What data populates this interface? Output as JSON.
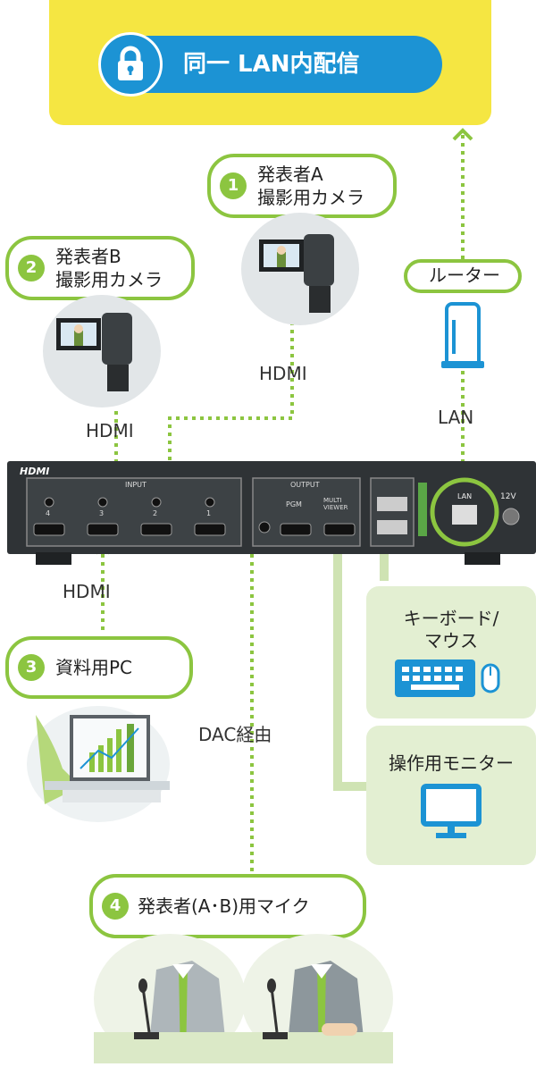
{
  "top": {
    "banner_text": "同一 LAN内配信",
    "icon": "lock-icon"
  },
  "presenter_a": {
    "number": "1",
    "line1": "発表者A",
    "line2": "撮影用カメラ",
    "icon": "camera-icon"
  },
  "presenter_b": {
    "number": "2",
    "line1": "発表者B",
    "line2": "撮影用カメラ",
    "icon": "camera-icon"
  },
  "pc": {
    "number": "3",
    "label": "資料用PC",
    "icon": "laptop-icon"
  },
  "mic": {
    "number": "4",
    "label": "発表者(A･B)用マイク",
    "icon": "microphone-icon"
  },
  "router": {
    "label": "ルーター",
    "icon": "router-icon"
  },
  "connections": {
    "hdmi_a": "HDMI",
    "hdmi_b": "HDMI",
    "hdmi_pc": "HDMI",
    "lan": "LAN",
    "dac": "DAC経由"
  },
  "device": {
    "brand": "HDMI",
    "input_group": "INPUT",
    "output_group": "OUTPUT",
    "pgm": "PGM",
    "multi_viewer": "MULTI VIEWER",
    "lan_port": "LAN",
    "power": "12V",
    "input_numbers": [
      "4",
      "3",
      "2",
      "1"
    ]
  },
  "keyboard": {
    "line1": "キーボード/",
    "line2": "マウス",
    "icon": "keyboard-icon"
  },
  "monitor": {
    "label": "操作用モニター",
    "icon": "monitor-icon"
  },
  "colors": {
    "accent_green": "#8cc540",
    "blue": "#1c93d4",
    "yellow": "#f5e642",
    "panel_green": "#e3efd2"
  }
}
